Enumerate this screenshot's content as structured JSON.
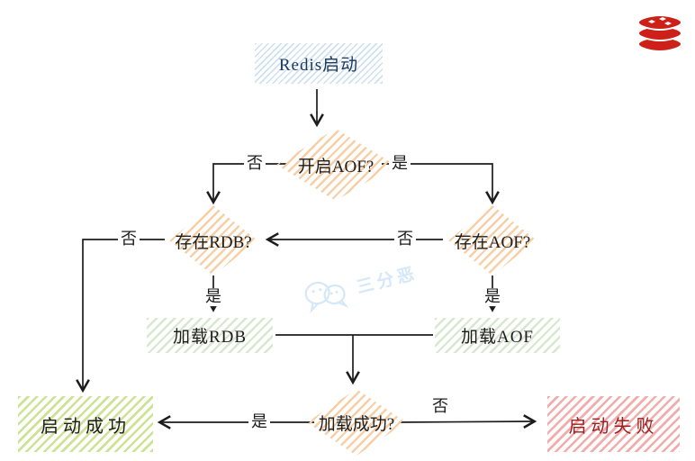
{
  "diagram": {
    "type": "flowchart",
    "nodes": {
      "start": {
        "label": "Redis启动",
        "shape": "rect",
        "fill": "blue-stripes"
      },
      "aof_enabled": {
        "label": "开启AOF?",
        "shape": "diamond",
        "fill": "orange-stripes"
      },
      "rdb_exists": {
        "label": "存在RDB?",
        "shape": "diamond",
        "fill": "orange-stripes"
      },
      "aof_exists": {
        "label": "存在AOF?",
        "shape": "diamond",
        "fill": "orange-stripes"
      },
      "load_rdb": {
        "label": "加载RDB",
        "shape": "rect",
        "fill": "green-stripes"
      },
      "load_aof": {
        "label": "加载AOF",
        "shape": "rect",
        "fill": "green-stripes"
      },
      "load_success": {
        "label": "加载成功?",
        "shape": "diamond",
        "fill": "orange-stripes"
      },
      "startup_success": {
        "label": "启动成功",
        "shape": "rect",
        "fill": "lime-stripes"
      },
      "startup_failure": {
        "label": "启动失败",
        "shape": "rect",
        "fill": "pink-stripes"
      }
    },
    "edges": {
      "aof_enabled_no": {
        "label": "否"
      },
      "aof_enabled_yes": {
        "label": "是"
      },
      "aof_exists_no": {
        "label": "否"
      },
      "rdb_exists_no": {
        "label": "否"
      },
      "rdb_exists_yes": {
        "label": "是"
      },
      "aof_exists_yes": {
        "label": "是"
      },
      "load_success_yes": {
        "label": "是"
      },
      "load_success_no": {
        "label": "否"
      }
    },
    "watermark": {
      "text": "三分恶",
      "icon": "wechat-icon"
    },
    "logo": {
      "icon": "redis-logo"
    },
    "colors": {
      "ink": "#1c1c1c",
      "stripe-blue": "#cfe1f1",
      "text-navy": "#17375e",
      "stripe-orange": "#f8cfa4",
      "stripe-green": "#d6e8cd",
      "stripe-lime": "#cce295",
      "stripe-pink": "#f3acac",
      "text-darkred": "#9a1f1f",
      "watermark": "#d5e8f8",
      "redis-red": "#cc2018"
    }
  }
}
